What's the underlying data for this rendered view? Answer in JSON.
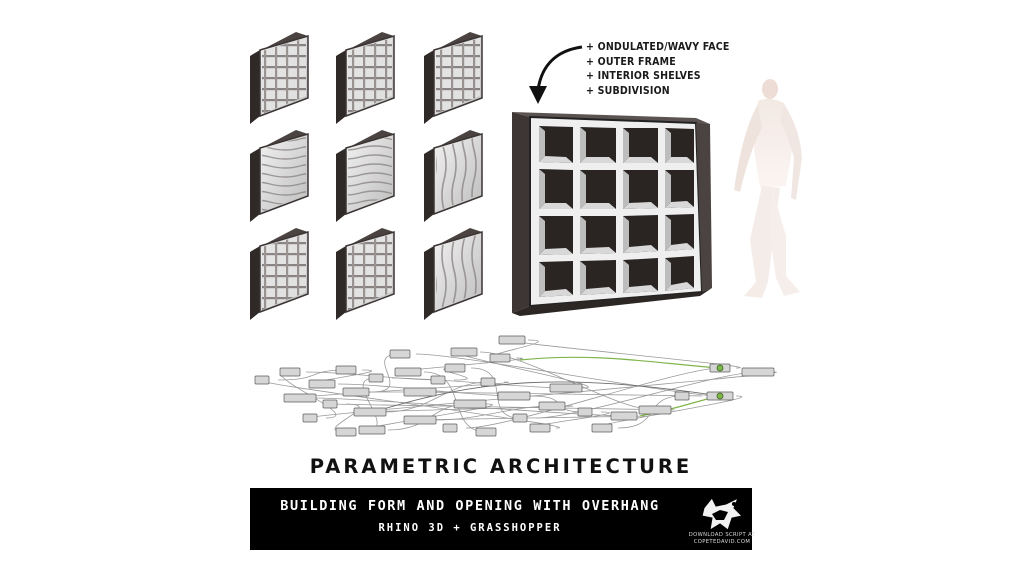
{
  "features": [
    "+ ONDULATED/WAVY FACE",
    "+ OUTER FRAME",
    "+ INTERIOR SHELVES",
    "+ SUBDIVISION"
  ],
  "title": "PARAMETRIC ARCHITECTURE",
  "banner": {
    "title": "BUILDING FORM AND OPENING WITH OVERHANG",
    "subtitle": "RHINO 3D + GRASSHOPPER",
    "download_line1": "DOWNLOAD SCRIPT AT",
    "download_line2": "COPETEDAVID.COM"
  },
  "colors": {
    "frame_dark": "#3a3433",
    "panel_light": "#dcdcdc",
    "banner_bg": "#000000",
    "wire_green": "#7fb64a"
  },
  "icons": [
    "curved-arrow-icon",
    "rhino-logo-icon"
  ]
}
